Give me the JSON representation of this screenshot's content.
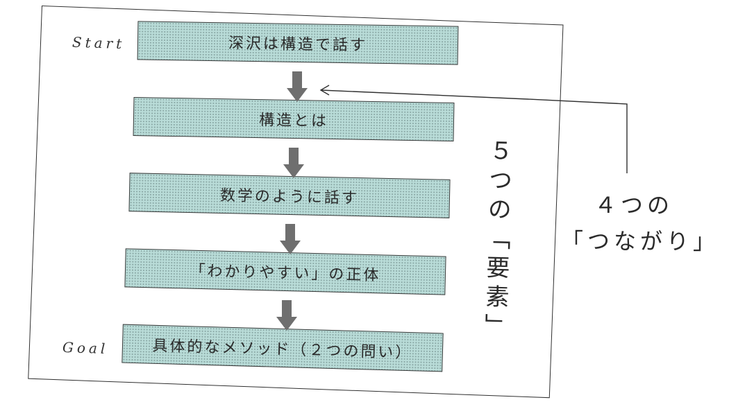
{
  "labels": {
    "start": "Start",
    "goal": "Goal"
  },
  "steps": [
    "深沢は構造で話す",
    "構造とは",
    "数学のように話す",
    "「わかりやすい」の正体",
    "具体的なメソッド（２つの問い）"
  ],
  "elements_label": "５つの「要素」",
  "connections_label": {
    "line1": "４つの",
    "line2": "「つながり」"
  },
  "colors": {
    "box_fill": "#b9dcd8",
    "arrow": "#6f6f6f",
    "line": "#2f2f2f"
  }
}
